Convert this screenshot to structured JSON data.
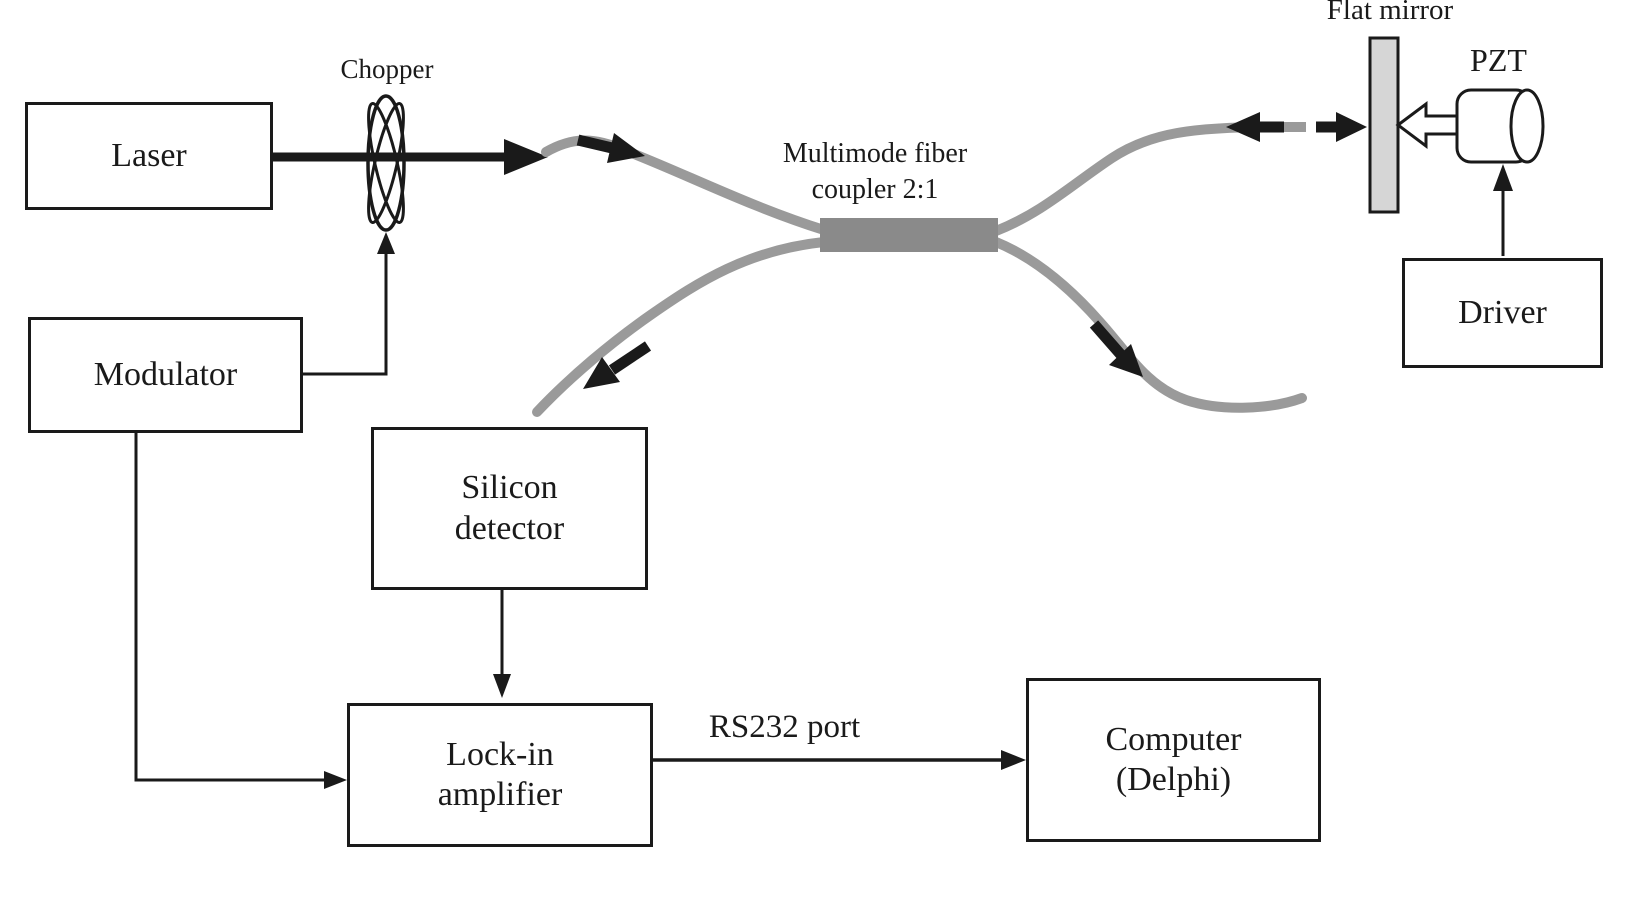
{
  "boxes": {
    "laser": {
      "label": "Laser"
    },
    "modulator": {
      "label": "Modulator"
    },
    "silicon_detector": {
      "line1": "Silicon",
      "line2": "detector"
    },
    "lockin_amplifier": {
      "line1": "Lock-in",
      "line2": "amplifier"
    },
    "computer": {
      "line1": "Computer",
      "line2": "(Delphi)"
    },
    "driver": {
      "label": "Driver"
    }
  },
  "labels": {
    "chopper": "Chopper",
    "coupler_line1": "Multimode fiber",
    "coupler_line2": "coupler 2:1",
    "flat_mirror": "Flat mirror",
    "pzt": "PZT",
    "rs232_port": "RS232 port"
  },
  "colors": {
    "ink": "#1a1a1a",
    "fiber": "#9a9a9a",
    "coupler": "#8a8a8a",
    "mirror": "#d6d6d6"
  }
}
